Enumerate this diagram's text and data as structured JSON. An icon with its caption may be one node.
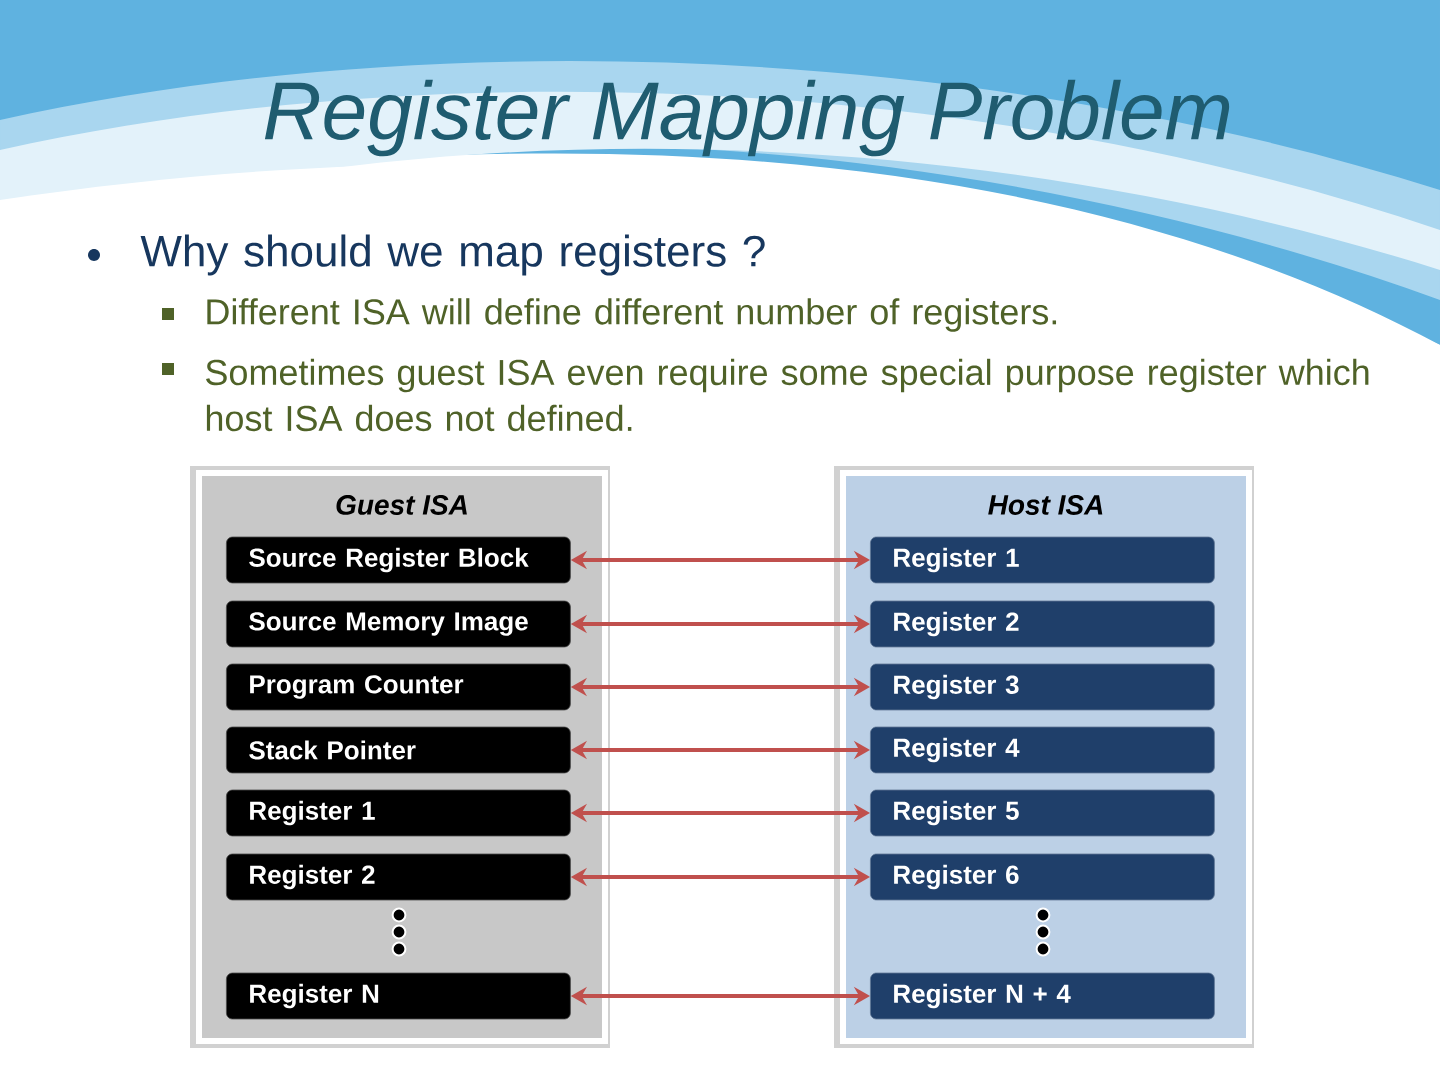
{
  "diagram": {
    "title": "Register Mapping Problem",
    "nodes": [
      {
        "text": [
          "Guest ISA"
        ]
      },
      {
        "text": [
          "Source Register Block"
        ],
        "in": 0
      },
      {
        "text": [
          "Source Memory Image"
        ],
        "in": 0
      },
      {
        "text": [
          "Program Counter"
        ],
        "in": 0
      },
      {
        "text": [
          "Stack Pointer"
        ],
        "in": 0
      },
      {
        "text": [
          "Register 1"
        ],
        "in": 0
      },
      {
        "text": [
          "Register 2"
        ],
        "in": 0
      },
      {
        "text": [
          "Register N"
        ],
        "in": 0
      },
      {
        "text": [
          "Host ISA"
        ]
      },
      {
        "text": [
          "Register 1"
        ],
        "in": 8
      },
      {
        "text": [
          "Register 2"
        ],
        "in": 8
      },
      {
        "text": [
          "Register 3"
        ],
        "in": 8
      },
      {
        "text": [
          "Register 4"
        ],
        "in": 8
      },
      {
        "text": [
          "Register 5"
        ],
        "in": 8
      },
      {
        "text": [
          "Register 6"
        ],
        "in": 8
      },
      {
        "text": [
          "Register N + 4"
        ],
        "in": 8
      }
    ],
    "edges": [
      {
        "from": 1,
        "to": 9,
        "arrow": "both"
      },
      {
        "from": 2,
        "to": 10,
        "arrow": "both"
      },
      {
        "from": 3,
        "to": 11,
        "arrow": "both"
      },
      {
        "from": 4,
        "to": 12,
        "arrow": "both"
      },
      {
        "from": 5,
        "to": 13,
        "arrow": "both"
      },
      {
        "from": 6,
        "to": 14,
        "arrow": "both"
      },
      {
        "from": 7,
        "to": 15,
        "arrow": "both"
      }
    ],
    "labels": [
      "Why should we map registers ?",
      "Different ISA will define different number of registers.",
      "Sometimes guest ISA even require some special purpose register which host ISA does not defined."
    ]
  }
}
